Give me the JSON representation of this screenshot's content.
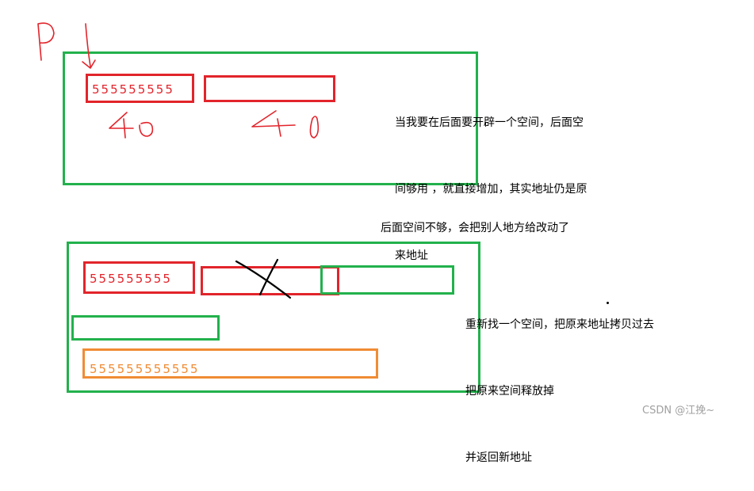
{
  "sketch_labels": {
    "pointer": "P",
    "size_a": "40",
    "size_b": "40"
  },
  "top_block": {
    "contents": "555555555",
    "note_lines": [
      "当我要在后面要开辟一个空间，后面空",
      "间够用 ，就直接增加，其实地址仍是原",
      "来地址"
    ]
  },
  "bottom_block": {
    "caption": "后面空间不够，会把别人地方给改动了",
    "contents_old": "555555555",
    "contents_new": "555555555555",
    "note_lines": [
      "重新找一个空间，把原来地址拷贝过去",
      "把原来空间释放掉",
      "并返回新地址"
    ]
  },
  "watermark": "CSDN @江挽~",
  "colors": {
    "green": "#22b14c",
    "red": "#e2242b",
    "orange": "#f08c34",
    "black": "#000000"
  }
}
